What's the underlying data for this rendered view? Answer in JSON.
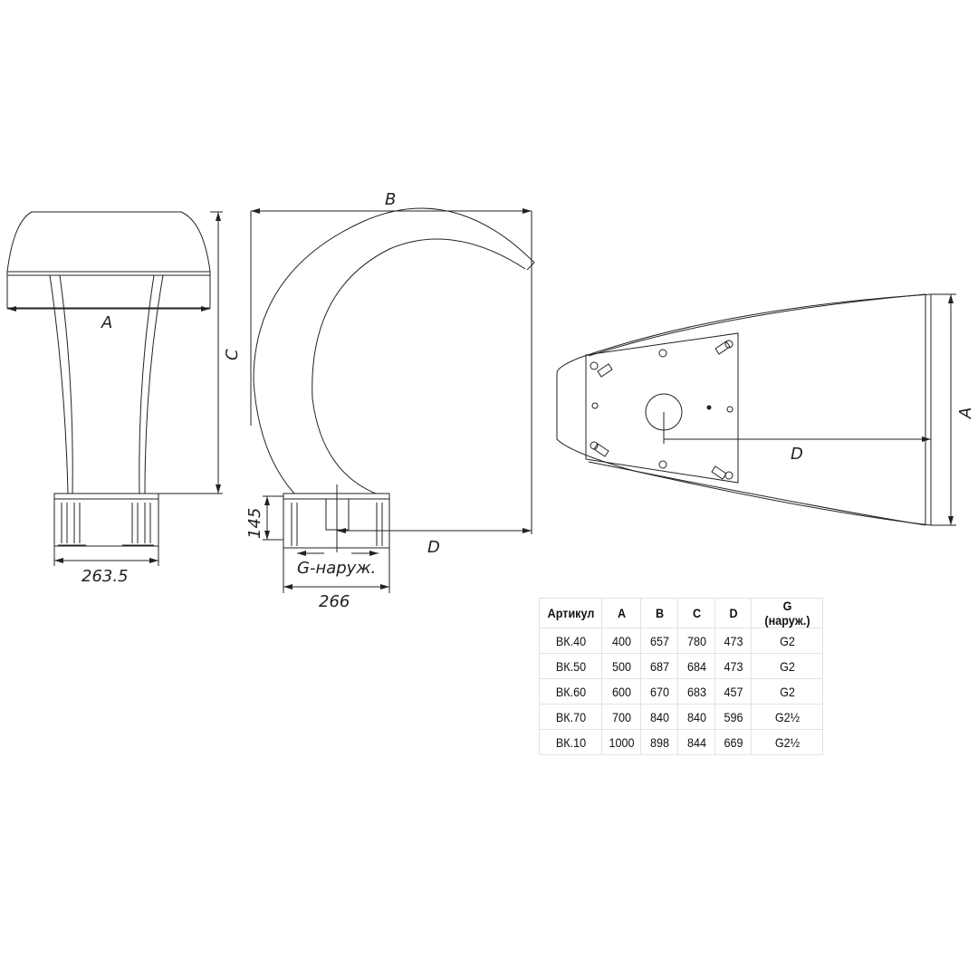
{
  "drawing_labels": {
    "front_A": "A",
    "front_C": "C",
    "front_base_width": "263.5",
    "side_B": "B",
    "side_height_145": "145",
    "side_D": "D",
    "side_G": "G-наруж.",
    "side_base_width": "266",
    "top_D": "D",
    "top_A": "A"
  },
  "table": {
    "headers": [
      "Артикул",
      "A",
      "B",
      "C",
      "D",
      "G (наруж.)"
    ],
    "rows": [
      [
        "ВК.40",
        "400",
        "657",
        "780",
        "473",
        "G2"
      ],
      [
        "ВК.50",
        "500",
        "687",
        "684",
        "473",
        "G2"
      ],
      [
        "ВК.60",
        "600",
        "670",
        "683",
        "457",
        "G2"
      ],
      [
        "ВК.70",
        "700",
        "840",
        "840",
        "596",
        "G2½"
      ],
      [
        "ВК.10",
        "1000",
        "898",
        "844",
        "669",
        "G2½"
      ]
    ]
  }
}
